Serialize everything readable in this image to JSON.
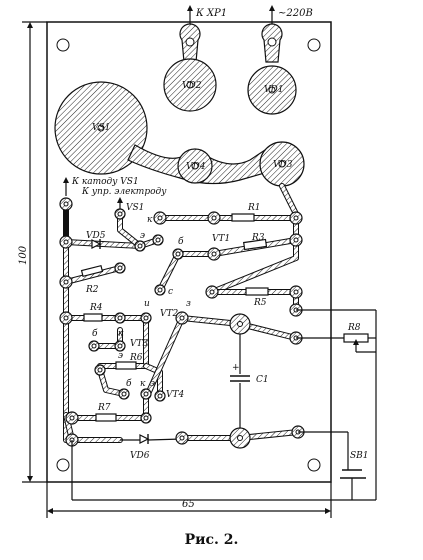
{
  "caption": "Рис. 2.",
  "dimensions": {
    "height": "100",
    "width": "65"
  },
  "connectors": {
    "xp1": "К ХР1",
    "mains": "~220В"
  },
  "notes": {
    "cathode": "К катоду VS1",
    "control": "К упр. электроду",
    "vs1_ref": "VS1"
  },
  "components": {
    "VS1": "VS1",
    "VD1": "VD1",
    "VD2": "VD2",
    "VD3": "VD3",
    "VD4": "VD4",
    "VD5": "VD5",
    "VD6": "VD6",
    "VT1": "VT1",
    "VT2": "VT2",
    "VT3": "VT3",
    "VT4": "VT4",
    "R1": "R1",
    "R2": "R2",
    "R3": "R3",
    "R4": "R4",
    "R5": "R5",
    "R6": "R6",
    "R7": "R7",
    "R8": "R8",
    "C1": "C1",
    "SB1": "SB1"
  },
  "pin_labels": {
    "e": "э",
    "k": "к",
    "b": "б",
    "c": "с",
    "u": "и",
    "z": "з",
    "plus": "+"
  }
}
